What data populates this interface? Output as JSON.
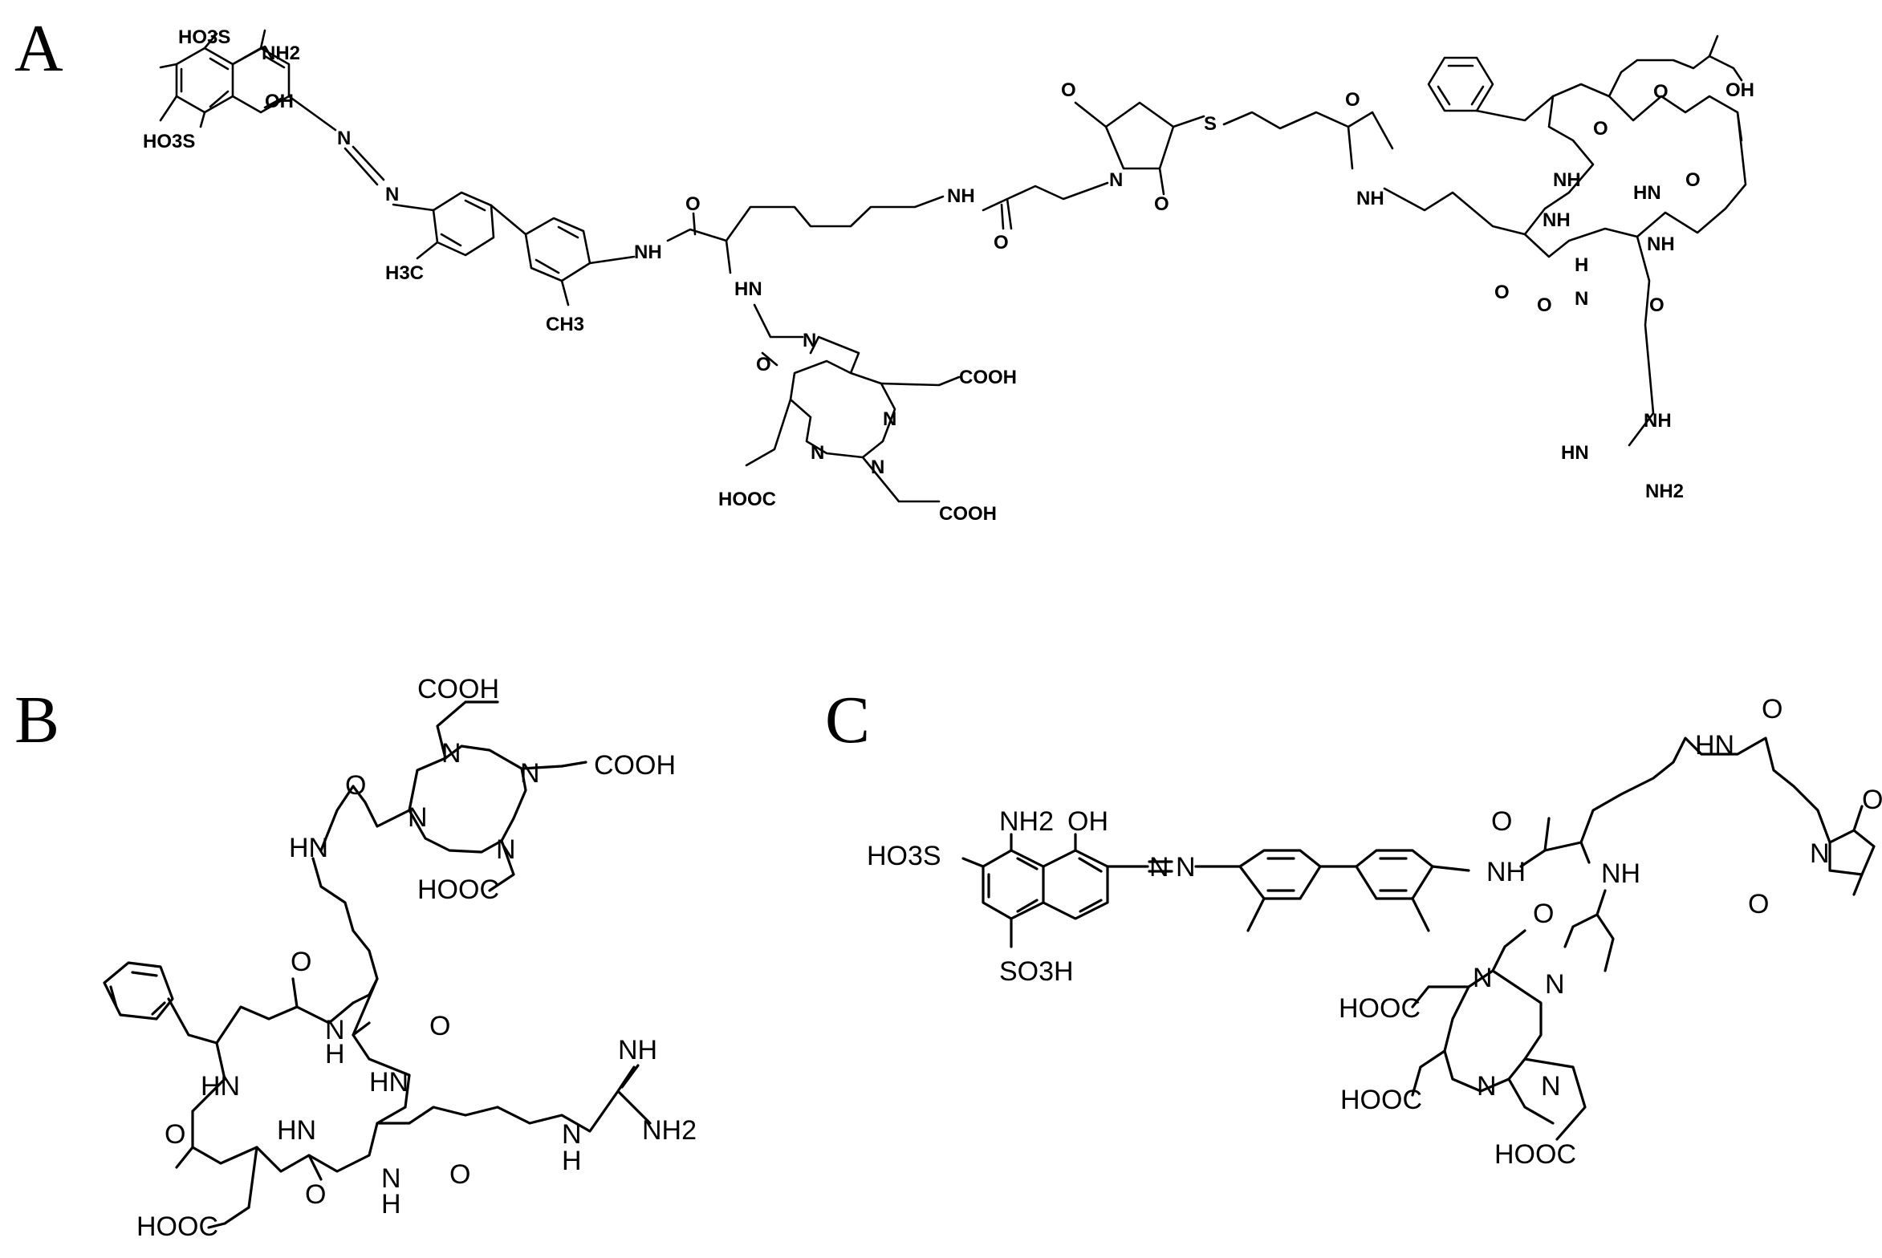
{
  "panels": {
    "a": {
      "letter": "A"
    },
    "b": {
      "letter": "B"
    },
    "c": {
      "letter": "C"
    }
  },
  "structure_a": {
    "labels": [
      {
        "id": "a1",
        "text": "HO3S"
      },
      {
        "id": "a2",
        "text": "NH2"
      },
      {
        "id": "a3",
        "text": "OH"
      },
      {
        "id": "a4",
        "text": "HO3S"
      },
      {
        "id": "a5",
        "text": "N"
      },
      {
        "id": "a6",
        "text": "N"
      },
      {
        "id": "a7",
        "text": "H3C"
      },
      {
        "id": "a8",
        "text": "CH3"
      },
      {
        "id": "a9",
        "text": "NH"
      },
      {
        "id": "a10",
        "text": "O"
      },
      {
        "id": "a11",
        "text": "HN"
      },
      {
        "id": "a12",
        "text": "O"
      },
      {
        "id": "a13",
        "text": "NH"
      },
      {
        "id": "a14",
        "text": "O"
      },
      {
        "id": "a15",
        "text": "N"
      },
      {
        "id": "a16",
        "text": "O"
      },
      {
        "id": "a17",
        "text": "O"
      },
      {
        "id": "a18",
        "text": "S"
      },
      {
        "id": "a19",
        "text": "O"
      },
      {
        "id": "a20",
        "text": "NH"
      },
      {
        "id": "a21",
        "text": "N"
      },
      {
        "id": "a22",
        "text": "N"
      },
      {
        "id": "a23",
        "text": "N"
      },
      {
        "id": "a24",
        "text": "N"
      },
      {
        "id": "a25",
        "text": "COOH"
      },
      {
        "id": "a26",
        "text": "HOOC"
      },
      {
        "id": "a27",
        "text": "COOH"
      },
      {
        "id": "a28",
        "text": "O"
      },
      {
        "id": "a29",
        "text": "OH"
      },
      {
        "id": "a30",
        "text": "O"
      },
      {
        "id": "a31",
        "text": "NH"
      },
      {
        "id": "a32",
        "text": "HN"
      },
      {
        "id": "a33",
        "text": "O"
      },
      {
        "id": "a34",
        "text": "NH"
      },
      {
        "id": "a35",
        "text": "NH"
      },
      {
        "id": "a36",
        "text": "O"
      },
      {
        "id": "a37",
        "text": "H"
      },
      {
        "id": "a38",
        "text": "N"
      },
      {
        "id": "a39",
        "text": "O"
      },
      {
        "id": "a40",
        "text": "O"
      },
      {
        "id": "a41",
        "text": "NH"
      },
      {
        "id": "a42",
        "text": "HN"
      },
      {
        "id": "a43",
        "text": "NH2"
      }
    ]
  },
  "structure_b": {
    "labels": [
      {
        "id": "b1",
        "text": "COOH"
      },
      {
        "id": "b2",
        "text": "COOH"
      },
      {
        "id": "b3",
        "text": "N"
      },
      {
        "id": "b4",
        "text": "N"
      },
      {
        "id": "b5",
        "text": "N"
      },
      {
        "id": "b6",
        "text": "N"
      },
      {
        "id": "b7",
        "text": "O"
      },
      {
        "id": "b8",
        "text": "HN"
      },
      {
        "id": "b9",
        "text": "HOOC"
      },
      {
        "id": "b10",
        "text": "O"
      },
      {
        "id": "b11",
        "text": "O"
      },
      {
        "id": "b12",
        "text": "N"
      },
      {
        "id": "b13",
        "text": "H"
      },
      {
        "id": "b14",
        "text": "HN"
      },
      {
        "id": "b15",
        "text": "HN"
      },
      {
        "id": "b16",
        "text": "NH"
      },
      {
        "id": "b17",
        "text": "N"
      },
      {
        "id": "b18",
        "text": "H"
      },
      {
        "id": "b19",
        "text": "NH2"
      },
      {
        "id": "b20",
        "text": "O"
      },
      {
        "id": "b21",
        "text": "HN"
      },
      {
        "id": "b22",
        "text": "O"
      },
      {
        "id": "b23",
        "text": "N"
      },
      {
        "id": "b24",
        "text": "H"
      },
      {
        "id": "b25",
        "text": "O"
      },
      {
        "id": "b26",
        "text": "HOOC"
      }
    ]
  },
  "structure_c": {
    "labels": [
      {
        "id": "c1",
        "text": "NH2"
      },
      {
        "id": "c2",
        "text": "OH"
      },
      {
        "id": "c3",
        "text": "HO3S"
      },
      {
        "id": "c4",
        "text": "SO3H"
      },
      {
        "id": "c5",
        "text": "N"
      },
      {
        "id": "c6",
        "text": "N"
      },
      {
        "id": "c7",
        "text": "O"
      },
      {
        "id": "c8",
        "text": "NH"
      },
      {
        "id": "c9",
        "text": "NH"
      },
      {
        "id": "c10",
        "text": "O"
      },
      {
        "id": "c11",
        "text": "N"
      },
      {
        "id": "c12",
        "text": "N"
      },
      {
        "id": "c13",
        "text": "N"
      },
      {
        "id": "c14",
        "text": "N"
      },
      {
        "id": "c15",
        "text": "HOOC"
      },
      {
        "id": "c16",
        "text": "HOOC"
      },
      {
        "id": "c17",
        "text": "HOOC"
      },
      {
        "id": "c18",
        "text": "HN"
      },
      {
        "id": "c19",
        "text": "O"
      },
      {
        "id": "c20",
        "text": "N"
      },
      {
        "id": "c21",
        "text": "O"
      },
      {
        "id": "c22",
        "text": "O"
      }
    ]
  }
}
